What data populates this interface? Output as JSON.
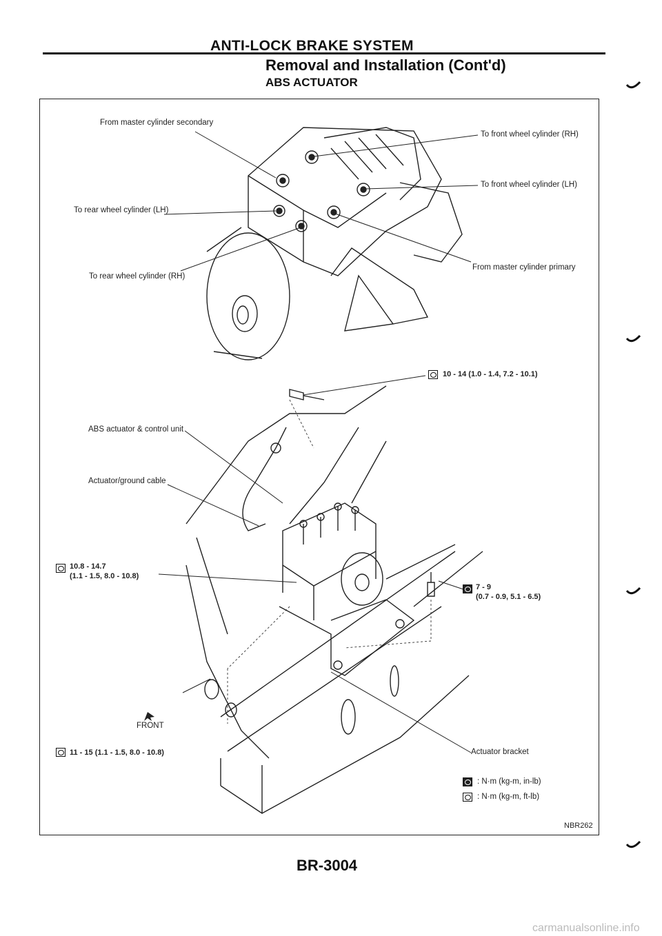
{
  "header": {
    "section": "ANTI-LOCK BRAKE SYSTEM",
    "subtitle": "Removal and Installation (Cont'd)",
    "component": "ABS ACTUATOR"
  },
  "labels": {
    "master_secondary": "From master cylinder secondary",
    "front_rh": "To front wheel cylinder (RH)",
    "front_lh": "To front wheel cylinder (LH)",
    "rear_lh": "To rear wheel cylinder (LH)",
    "rear_rh": "To rear wheel cylinder (RH)",
    "master_primary": "From master cylinder primary",
    "abs_unit": "ABS actuator & control unit",
    "ground_cable": "Actuator/ground cable",
    "front": "FRONT",
    "bracket": "Actuator bracket"
  },
  "torques": {
    "t1": "10 - 14 (1.0 - 1.4, 7.2 - 10.1)",
    "t2_line1": "10.8 - 14.7",
    "t2_line2": "(1.1 - 1.5, 8.0 - 10.8)",
    "t3_line1": "7 - 9",
    "t3_line2": "(0.7 - 0.9, 5.1 - 6.5)",
    "t4": "11 - 15 (1.1 - 1.5, 8.0 - 10.8)"
  },
  "legend": {
    "inlb": ": N·m (kg-m, in-lb)",
    "ftlb": ": N·m (kg-m, ft-lb)"
  },
  "figure_code": "NBR262",
  "page_number": "BR-3004",
  "watermark": "carmanualsonline.info"
}
